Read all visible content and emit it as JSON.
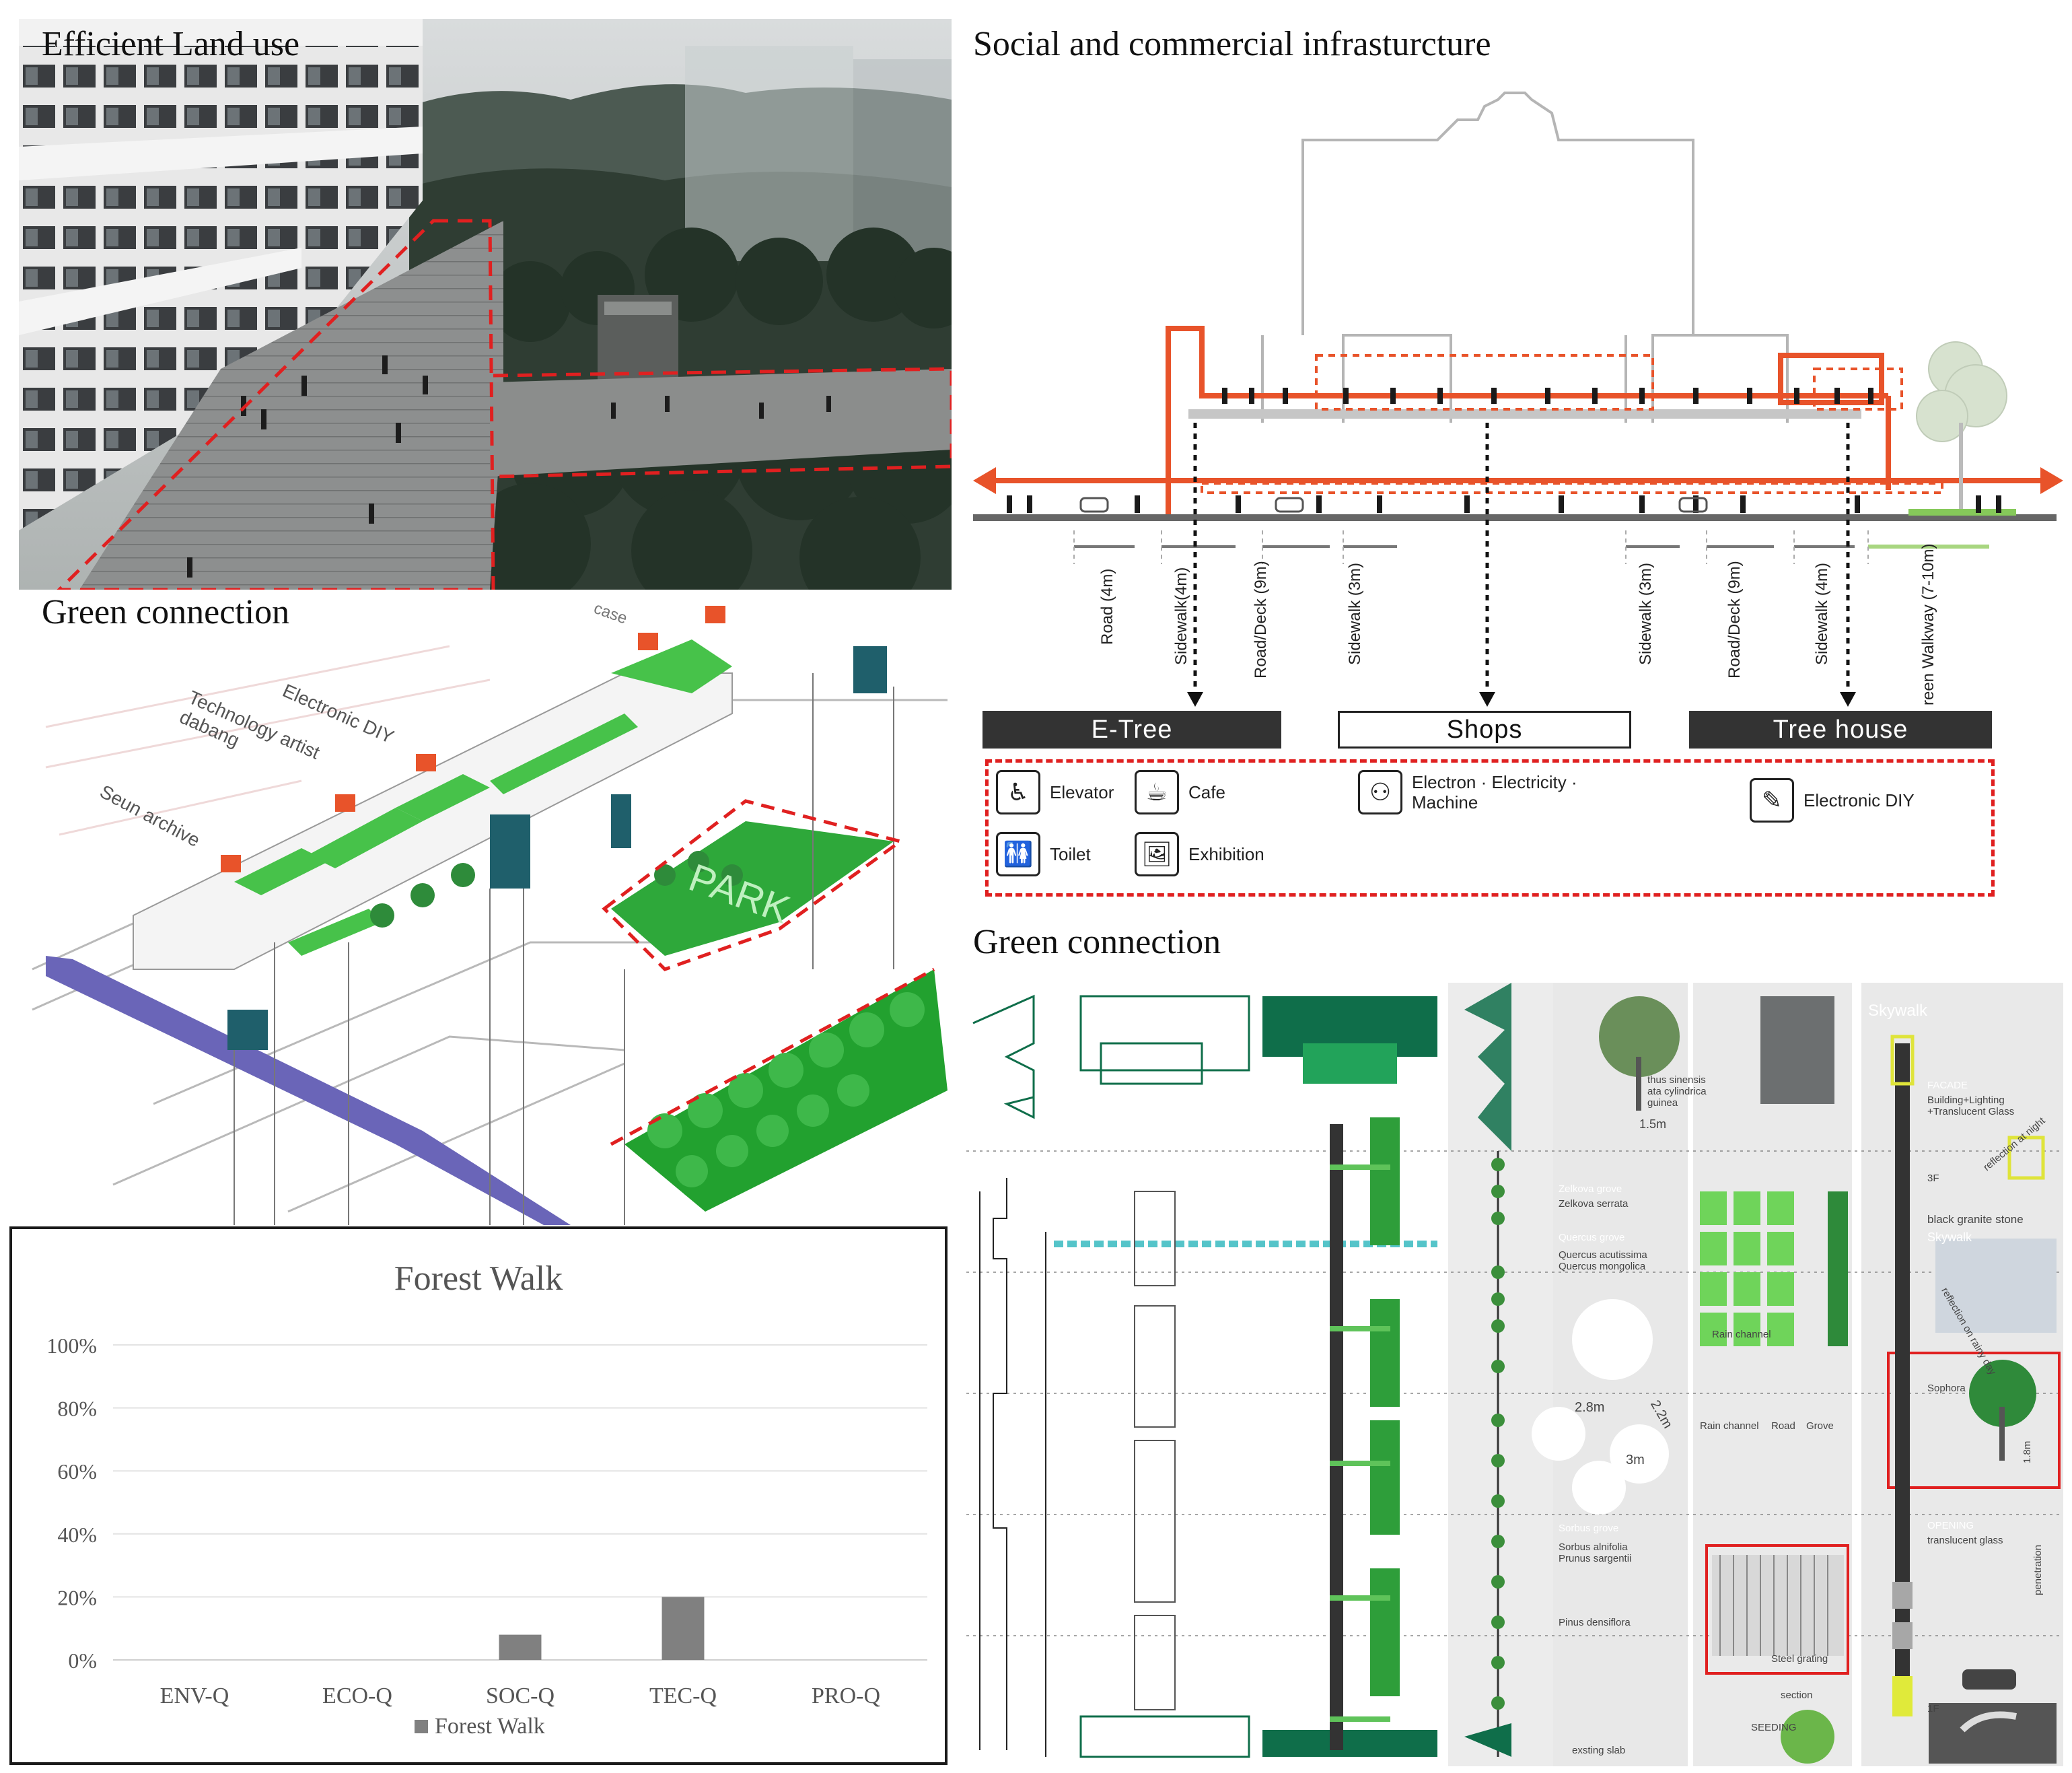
{
  "efficient": {
    "title": "Efficient Land use"
  },
  "social": {
    "title": "Social and commercial infrasturcture",
    "section_labels": [
      "Road (4m)",
      "Sidewalk(4m)",
      "Road/Deck (9m)",
      "Sidewalk (3m)",
      "Sidewalk (3m)",
      "Road/Deck (9m)",
      "Sidewalk (4m)",
      "reen Walkway (7-10m)"
    ],
    "categories": {
      "etree": "E-Tree",
      "shops": "Shops",
      "treehouse": "Tree house"
    },
    "amenities": {
      "elevator": "Elevator",
      "cafe": "Cafe",
      "toilet": "Toilet",
      "exhibition": "Exhibition",
      "electron": "Electron · Electricity · Machine",
      "electronic_diy": "Electronic DIY"
    }
  },
  "green1": {
    "title": "Green connection",
    "labels": {
      "electronic_diy": "Electronic DIY",
      "tech_artist": "Technology artist dabang",
      "seun": "Seun archive",
      "park": "PARK",
      "case": "case"
    }
  },
  "green2": {
    "title": "Green connection",
    "annotations": {
      "species1": "thus sinensis\nata cylindrica\nguinea",
      "zelkova_head": "Zelkova grove",
      "zelkova": "Zelkova serrata",
      "quercus_head": "Quercus grove",
      "quercus": "Quercus acutissima\nQuercus mongolica",
      "sorbus_head": "Sorbus grove",
      "sorbus": "Sorbus alnifolia\nPrunus sargentii",
      "pinus": "Pinus densiflora",
      "rain_channel": "Rain channel",
      "road": "Road",
      "grove": "Grove",
      "rain_channel2": "Rain channel",
      "steel_grating": "Steel grating",
      "dim_28": "2.8m",
      "dim_22": "2.2m",
      "dim_3": "3m",
      "dim_15": "1.5m",
      "seeding": "SEEDING",
      "existing_slab": "exsting slab",
      "skywalk_head": "Skywalk",
      "facade": "FACADE",
      "facade_desc": "Building+Lighting\n+Translucent Glass",
      "black_granite": "black granite stone",
      "skywalk": "Skywalk",
      "reflection": "reflection at night",
      "reflection_rain": "reflection on rainy day",
      "sophora": "Sophora",
      "opening": "OPENING",
      "translucent": "translucent glass",
      "penetration": "penetration",
      "f3": "3F",
      "f1": "1F",
      "dim_18": "1.8m",
      "section": "section"
    }
  },
  "chart": {
    "title": "Forest Walk",
    "legend": "Forest Walk"
  },
  "chart_data": {
    "type": "bar",
    "title": "Forest Walk",
    "categories": [
      "ENV-Q",
      "ECO-Q",
      "SOC-Q",
      "TEC-Q",
      "PRO-Q"
    ],
    "series": [
      {
        "name": "Forest Walk",
        "values": [
          0,
          0,
          0.08,
          0.2,
          0
        ]
      }
    ],
    "yticks": [
      "0%",
      "20%",
      "40%",
      "60%",
      "80%",
      "100%"
    ],
    "ylim": [
      0,
      1
    ],
    "grid": true,
    "legend_position": "bottom",
    "bar_color": "#808080"
  },
  "colors": {
    "accent_orange": "#e8532a",
    "dashed_red": "#e02020",
    "green": "#3cb44b",
    "dark_green": "#0f6e4a",
    "teal": "#1f5f6b",
    "bar_gray": "#808080"
  }
}
